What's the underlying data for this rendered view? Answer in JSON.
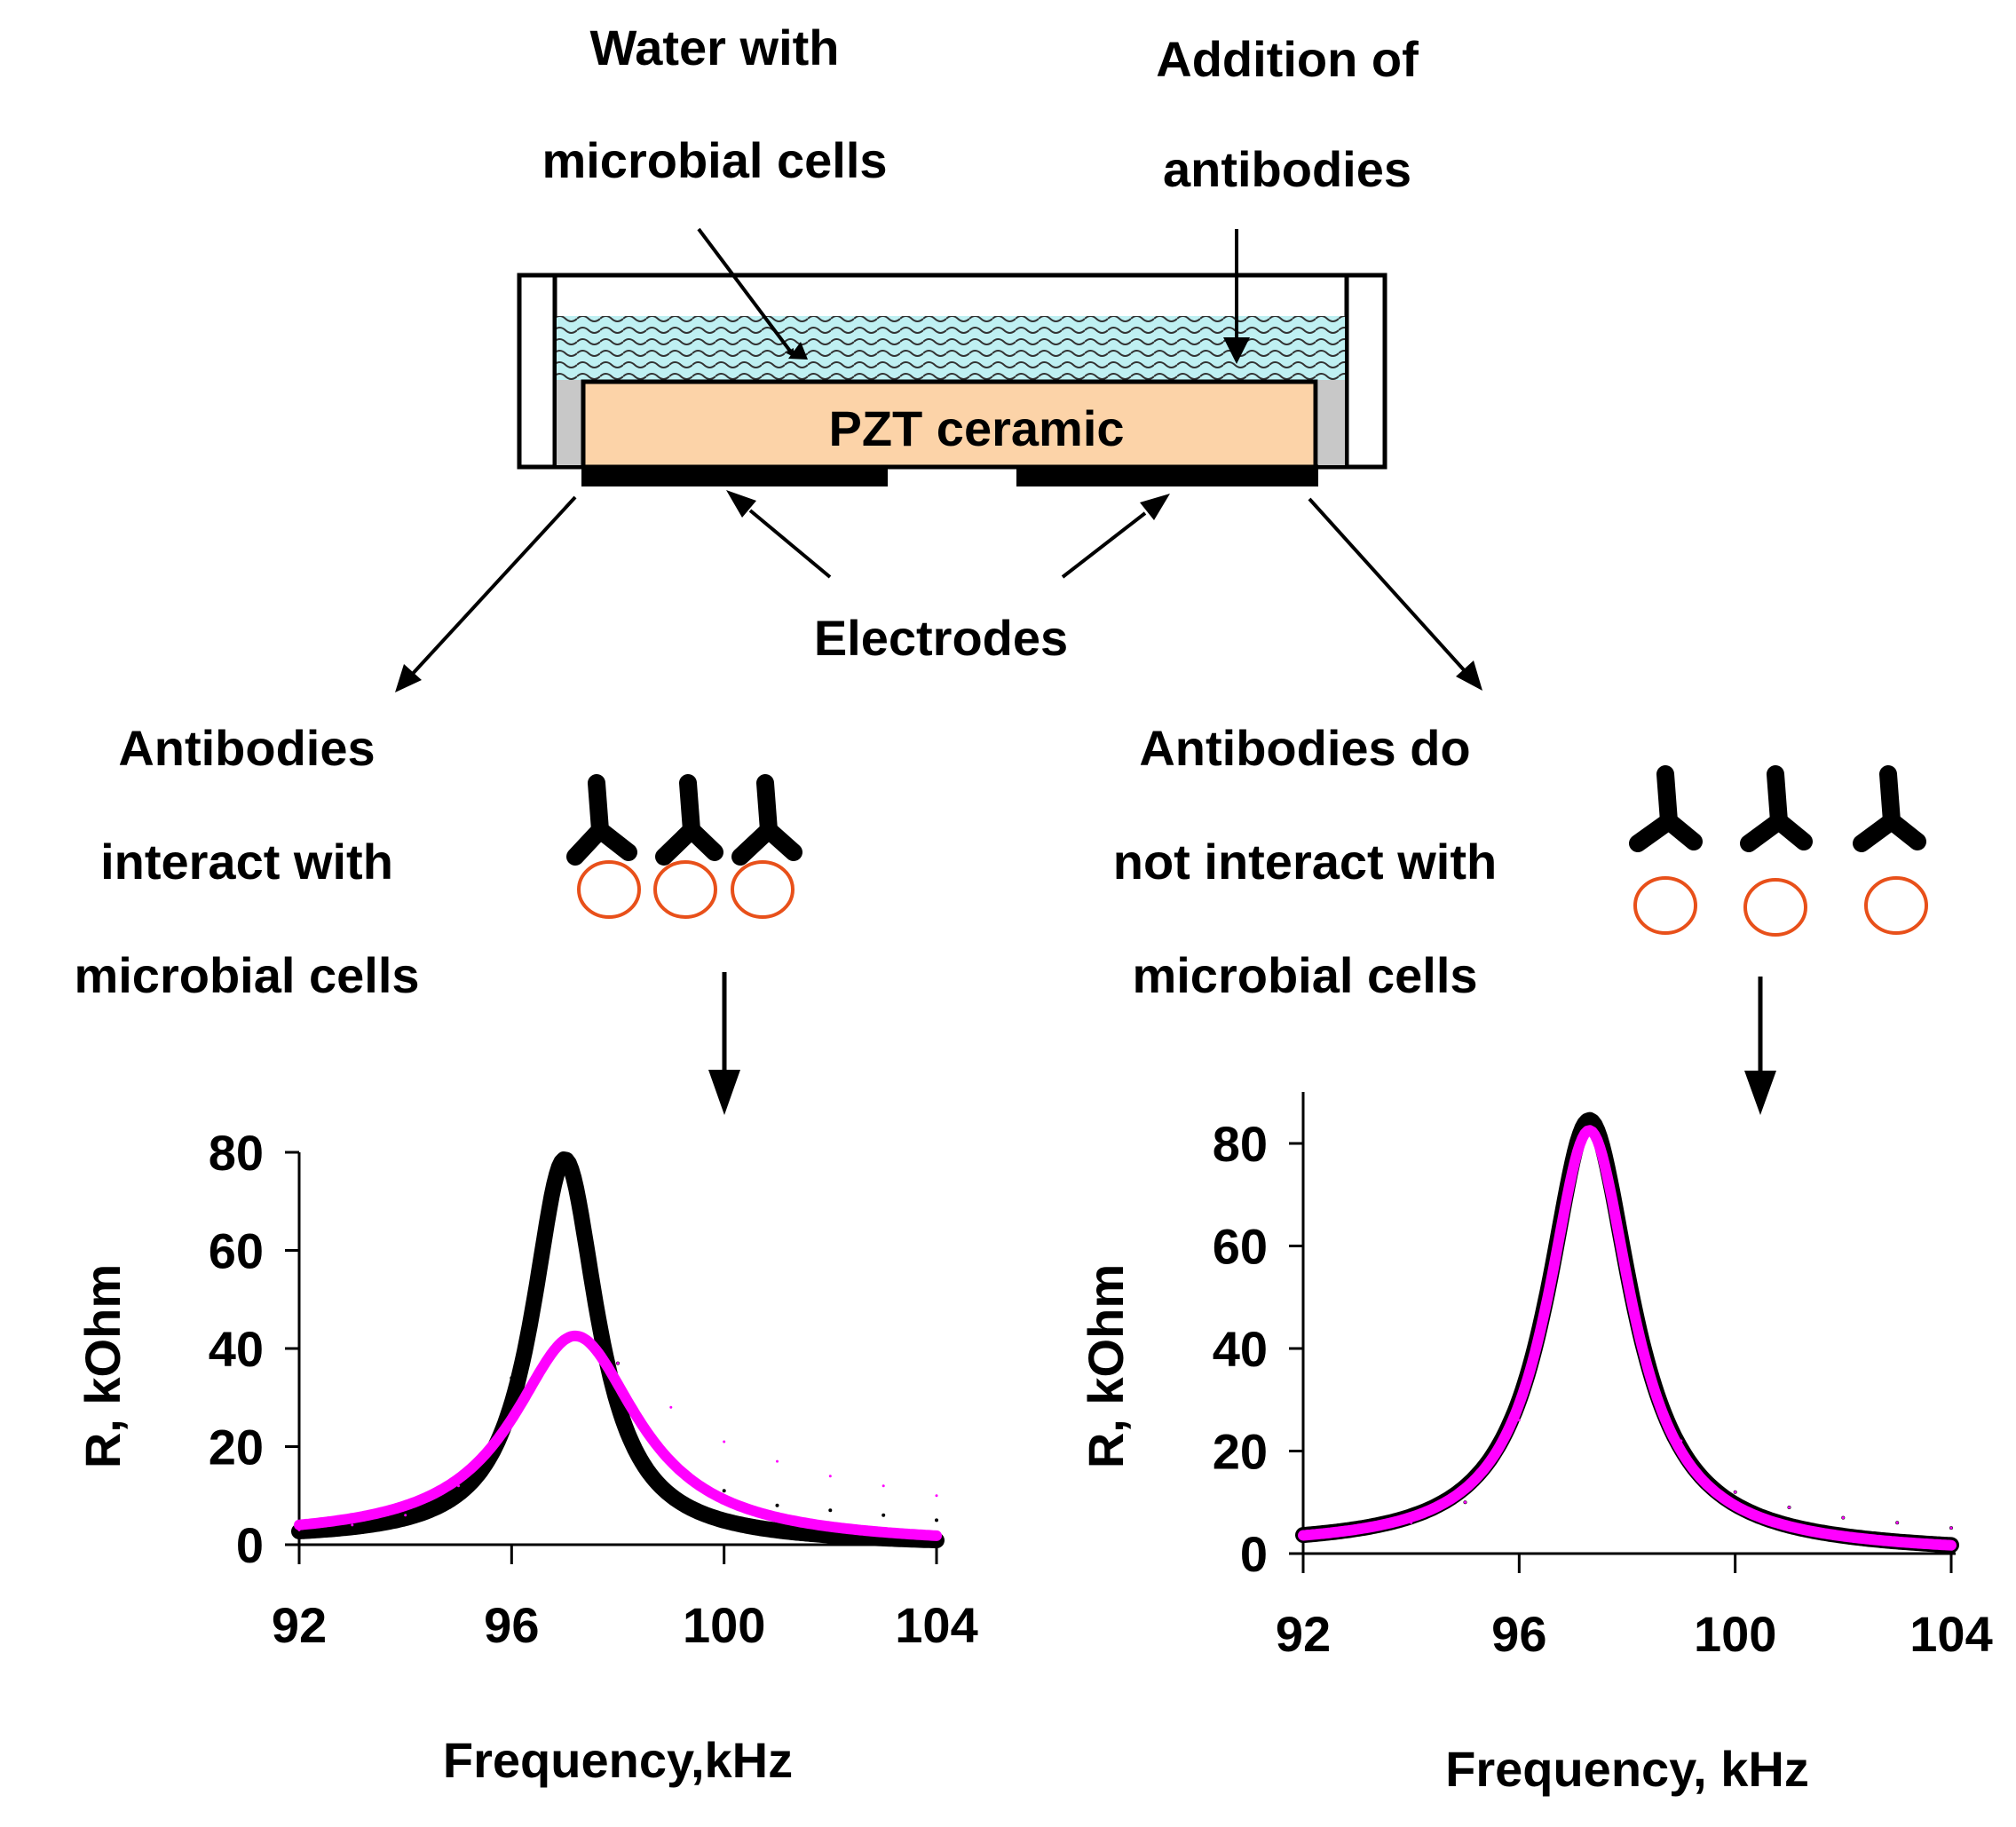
{
  "labels": {
    "water_line1": "Water with",
    "water_line2": "microbial cells",
    "addition_line1": "Addition of",
    "addition_line2": "antibodies",
    "pzt": "PZT ceramic",
    "electrodes": "Electrodes",
    "left_line1": "Antibodies",
    "left_line2": "interact with",
    "left_line3": "microbial cells",
    "right_line1": "Antibodies do",
    "right_line2": "not interact with",
    "right_line3": "microbial cells"
  },
  "colors": {
    "water": "#bff0f2",
    "ceramic": "#fcd3a8",
    "holder_gray": "#c8c8c8",
    "cell_outline": "#e8501a",
    "curve_before": "#000000",
    "curve_after": "#ff00ff"
  },
  "chart_data": [
    {
      "type": "line",
      "xlabel": "Frequency,kHz",
      "ylabel": "R, kOhm",
      "xlim": [
        92,
        104
      ],
      "ylim": [
        0,
        80
      ],
      "xticks": [
        92,
        96,
        100,
        104
      ],
      "yticks": [
        0,
        20,
        40,
        60,
        80
      ],
      "series": [
        {
          "color": "#000000",
          "f0": 97.0,
          "peak": 78,
          "width": 0.75,
          "base": 0,
          "x": [
            92,
            93,
            94,
            95,
            96,
            96.5,
            97,
            97.5,
            98,
            99,
            100,
            101,
            102,
            103,
            104
          ],
          "values": [
            3,
            4,
            6,
            13,
            34,
            62,
            78,
            62,
            37,
            16,
            11,
            8,
            7,
            6,
            5
          ]
        },
        {
          "color": "#ff00ff",
          "f0": 97.2,
          "peak": 42,
          "width": 1.45,
          "base": 0,
          "x": [
            92,
            93,
            94,
            95,
            96,
            96.5,
            97,
            97.5,
            98,
            99,
            100,
            101,
            102,
            103,
            104
          ],
          "values": [
            3,
            4,
            6,
            12,
            25,
            34,
            41,
            41,
            37,
            28,
            21,
            17,
            14,
            12,
            10
          ]
        }
      ]
    },
    {
      "type": "line",
      "xlabel": "Frequency, kHz",
      "ylabel": "R, kOhm",
      "xlim": [
        92,
        104
      ],
      "ylim": [
        0,
        80
      ],
      "xticks": [
        92,
        96,
        100,
        104
      ],
      "yticks": [
        0,
        20,
        40,
        60,
        80
      ],
      "series": [
        {
          "color": "#000000",
          "f0": 97.3,
          "peak": 84,
          "width": 0.95,
          "base": 0,
          "x": [
            92,
            93,
            94,
            95,
            96,
            96.5,
            97,
            97.5,
            98,
            99,
            100,
            101,
            102,
            103,
            104
          ],
          "values": [
            3,
            4,
            6,
            10,
            27,
            50,
            78,
            80,
            56,
            22,
            12,
            9,
            7,
            6,
            5
          ]
        },
        {
          "color": "#ff00ff",
          "f0": 97.3,
          "peak": 82,
          "width": 0.95,
          "base": 0,
          "x": [
            92,
            93,
            94,
            95,
            96,
            96.5,
            97,
            97.5,
            98,
            99,
            100,
            101,
            102,
            103,
            104
          ],
          "values": [
            3,
            4,
            6,
            10,
            26,
            49,
            76,
            78,
            55,
            22,
            12,
            9,
            7,
            6,
            5
          ]
        }
      ]
    }
  ]
}
